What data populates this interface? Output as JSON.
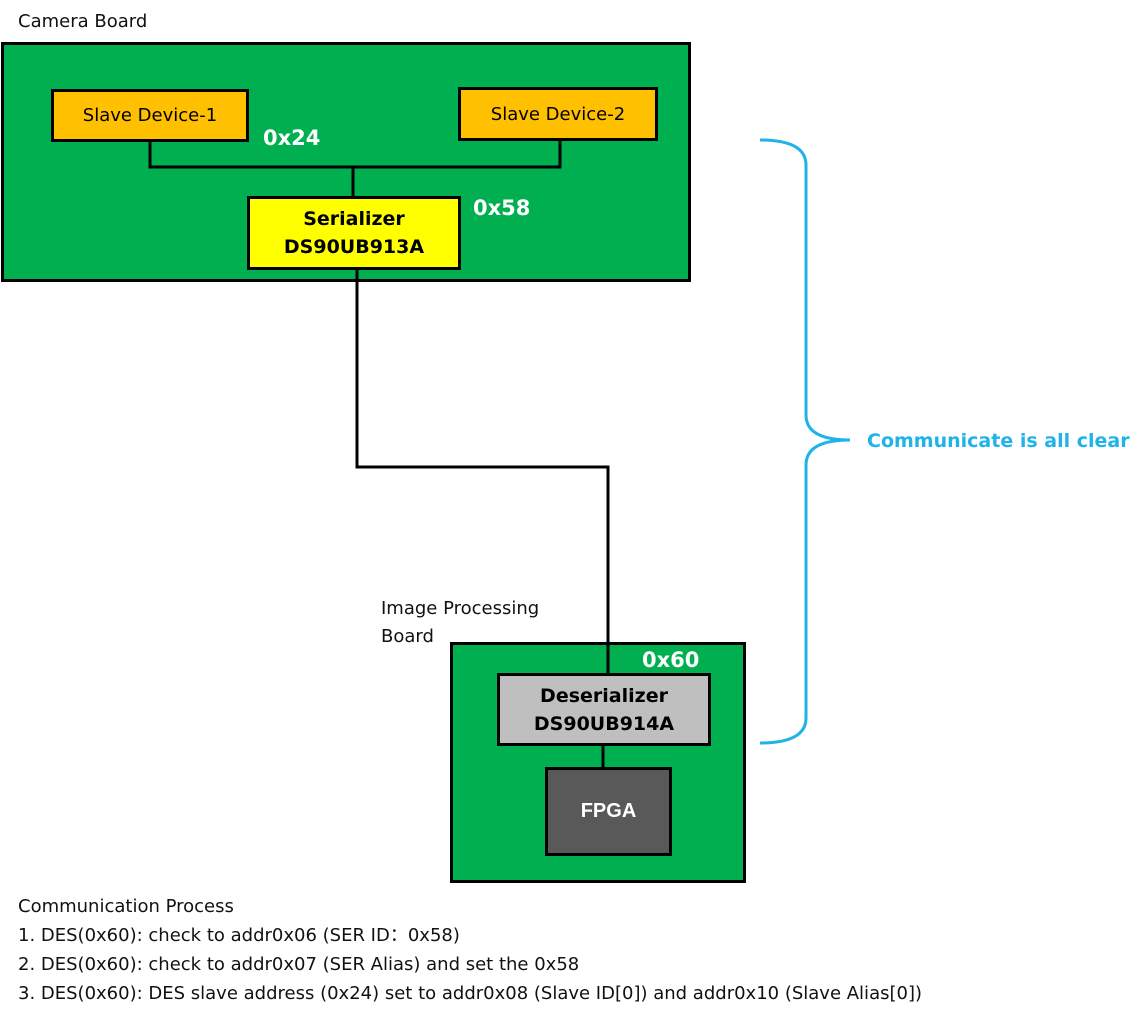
{
  "camera_board": {
    "label": "Camera Board",
    "slave1": "Slave Device-1",
    "slave2": "Slave Device-2",
    "slave_addr": "0x24",
    "serializer": {
      "line1": "Serializer",
      "line2": "DS90UB913A"
    },
    "serializer_addr": "0x58"
  },
  "image_board": {
    "label_line1": "Image Processing",
    "label_line2": "Board",
    "deserializer": {
      "line1": "Deserializer",
      "line2": "DS90UB914A"
    },
    "deserializer_addr": "0x60",
    "fpga": "FPGA"
  },
  "brace_label": "Communicate is all clear",
  "process": {
    "title": "Communication Process",
    "steps": [
      "1. DES(0x60): check to addr0x06 (SER ID：0x58)",
      "2. DES(0x60): check to addr0x07 (SER Alias) and set the 0x58",
      "3. DES(0x60): DES slave address (0x24) set to addr0x08 (Slave ID[0]) and addr0x10 (Slave Alias[0])"
    ]
  },
  "colors": {
    "board": "#00b050",
    "slave": "#ffc000",
    "serializer": "#ffff00",
    "deserializer": "#bfbfbf",
    "fpga": "#595959",
    "brace": "#1fb3e8"
  }
}
